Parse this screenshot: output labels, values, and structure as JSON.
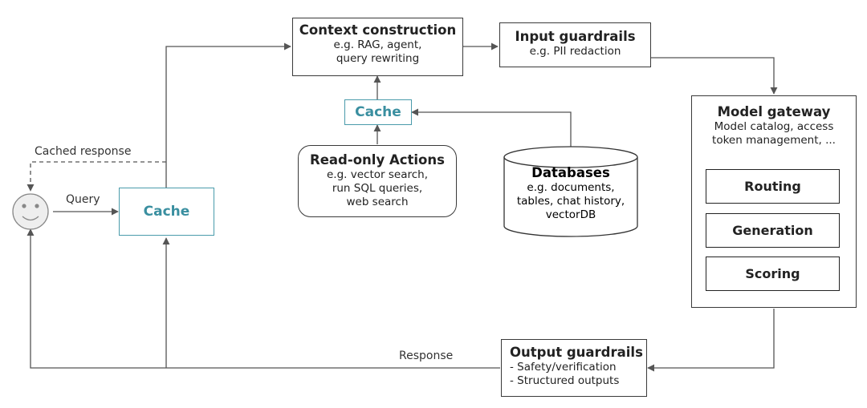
{
  "context": {
    "title": "Context construction",
    "lines": [
      "e.g. RAG, agent,",
      "query rewriting"
    ]
  },
  "input_guardrails": {
    "title": "Input guardrails",
    "lines": [
      "e.g. PII redaction"
    ]
  },
  "cache_top": {
    "label": "Cache"
  },
  "cache_main": {
    "label": "Cache"
  },
  "read_only": {
    "title": "Read-only Actions",
    "lines": [
      "e.g. vector search,",
      "run SQL queries,",
      "web search"
    ]
  },
  "databases": {
    "title": "Databases",
    "lines": [
      "e.g. documents,",
      "tables, chat history,",
      "vectorDB"
    ]
  },
  "model_gateway": {
    "title": "Model gateway",
    "lines": [
      "Model catalog, access",
      "token management, ..."
    ],
    "items": [
      "Routing",
      "Generation",
      "Scoring"
    ]
  },
  "output_guardrails": {
    "title": "Output guardrails",
    "lines": [
      "- Safety/verification",
      "- Structured outputs"
    ]
  },
  "labels": {
    "cached_response": "Cached response",
    "query": "Query",
    "response": "Response"
  },
  "colors": {
    "cache_accent": "#4a9bab",
    "line": "#555555"
  },
  "icons": {
    "user": "smiley-face-icon"
  }
}
